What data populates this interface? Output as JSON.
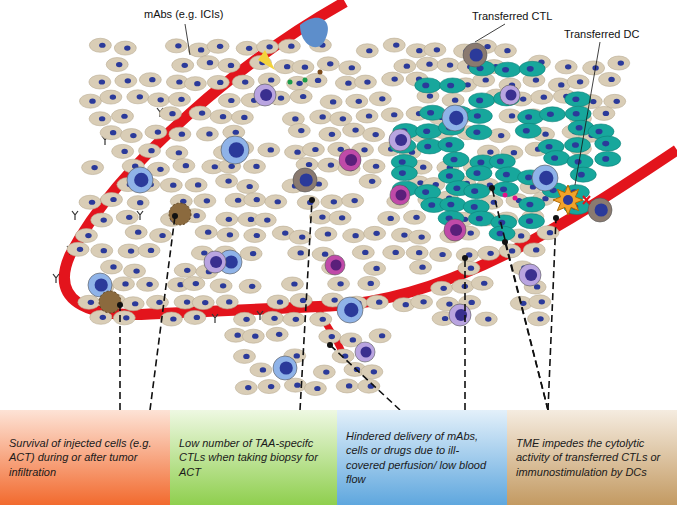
{
  "diagram": {
    "nodes": [
      {
        "text": [
          "Survival of injected cells (e.g. ACT) during or after tumor infiltration"
        ]
      },
      {
        "text": [
          "Low number of TAA-specifc CTLs when taking biopsy for ACT"
        ]
      },
      {
        "text": [
          "Hindered delivery of mAbs, cells or drugs due to ill-covered perfusion/ low blood flow"
        ]
      },
      {
        "text": [
          "TME impedes the cytolytic activity of transferred CTLs or immunostimulation by DCs"
        ]
      }
    ],
    "labels": [
      "mAbs (e.g. ICIs)",
      "Transferred CTL",
      "Transferred DC"
    ]
  }
}
